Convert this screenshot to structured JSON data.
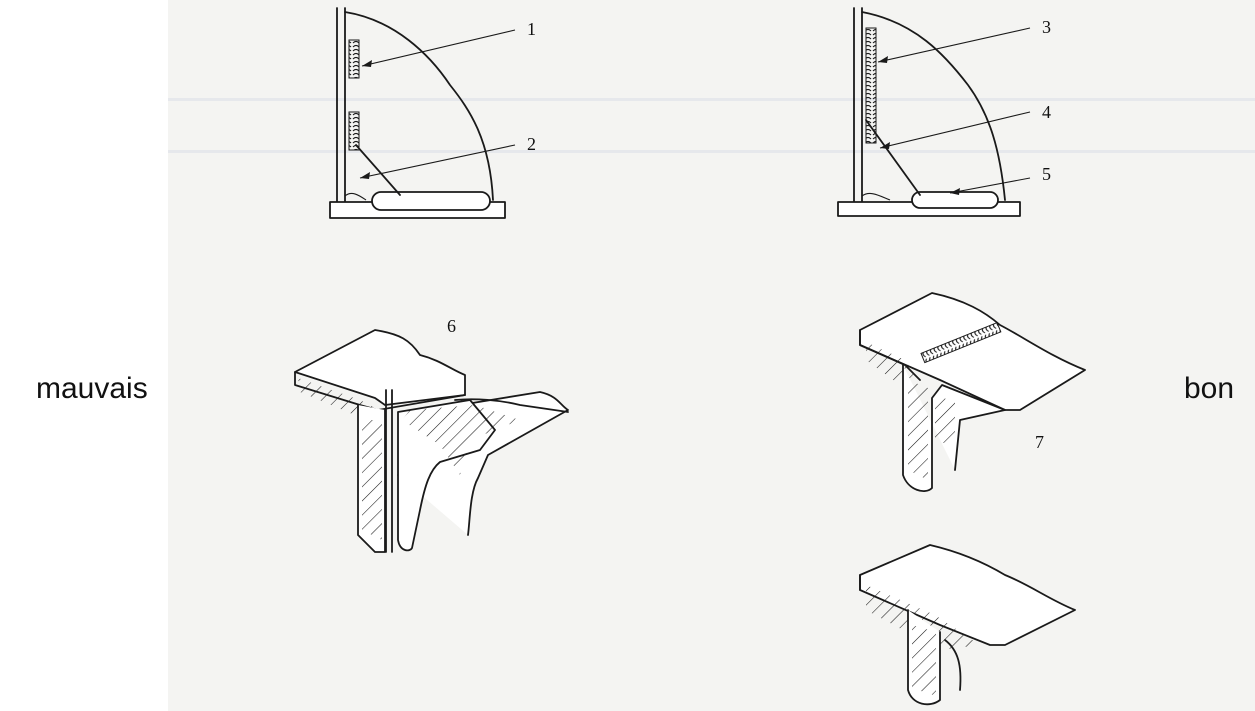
{
  "side_labels": {
    "left": "mauvais",
    "right": "bon"
  },
  "callouts": [
    "1",
    "2",
    "3",
    "4",
    "5",
    "6",
    "7"
  ]
}
